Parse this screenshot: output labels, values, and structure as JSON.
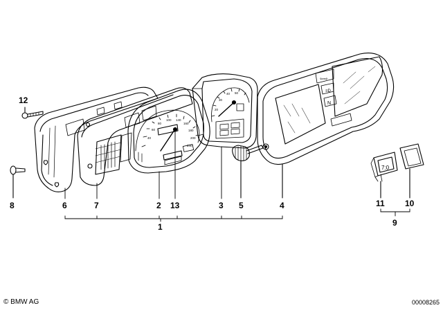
{
  "callouts": {
    "c1": "1",
    "c2": "2",
    "c3": "3",
    "c4": "4",
    "c5": "5",
    "c6": "6",
    "c7": "7",
    "c8": "8",
    "c9": "9",
    "c10": "10",
    "c11": "11",
    "c12": "12",
    "c13": "13"
  },
  "footer": {
    "copyright": "© BMW AG",
    "drawing_number": "00008265"
  }
}
